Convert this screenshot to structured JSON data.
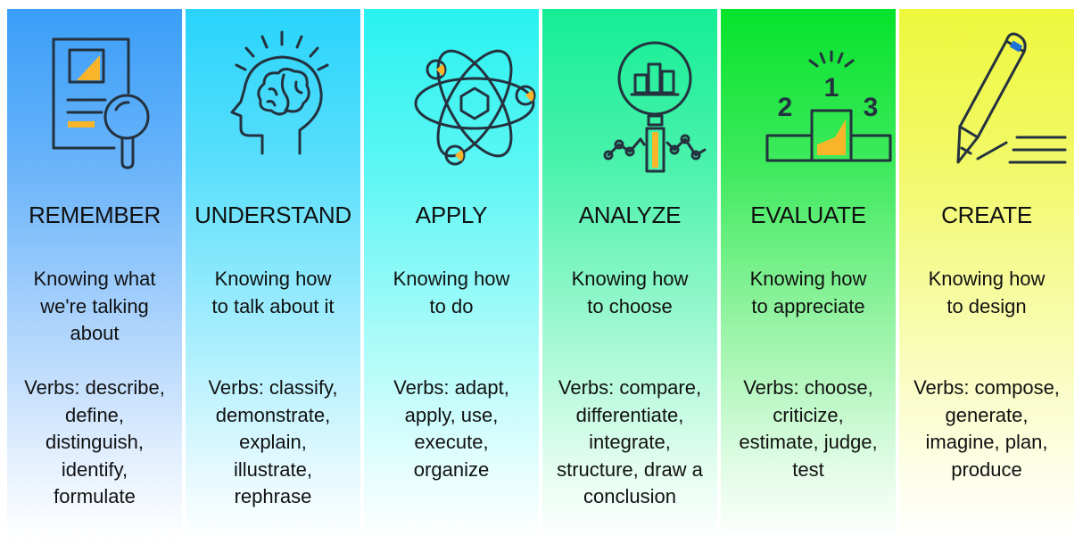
{
  "columns": [
    {
      "id": "remember",
      "icon": "document-magnifier-icon",
      "title": "REMEMBER",
      "description": [
        "Knowing what",
        "we're talking",
        "about"
      ],
      "verbs": [
        "Verbs: describe,",
        "define,",
        "distinguish,",
        "identify,",
        "formulate"
      ]
    },
    {
      "id": "understand",
      "icon": "head-brain-icon",
      "title": "UNDERSTAND",
      "description": [
        "Knowing how",
        "to talk about it"
      ],
      "verbs": [
        "Verbs: classify,",
        "demonstrate,",
        "explain,",
        "illustrate,",
        "rephrase"
      ]
    },
    {
      "id": "apply",
      "icon": "atom-icon",
      "title": "APPLY",
      "description": [
        "Knowing how",
        "to do"
      ],
      "verbs": [
        "Verbs: adapt,",
        "apply, use,",
        "execute,",
        "organize"
      ]
    },
    {
      "id": "analyze",
      "icon": "magnifier-chart-icon",
      "title": "ANALYZE",
      "description": [
        "Knowing how",
        "to choose"
      ],
      "verbs": [
        "Verbs: compare,",
        "differentiate,",
        "integrate,",
        "structure, draw a",
        "conclusion"
      ]
    },
    {
      "id": "evaluate",
      "icon": "podium-icon",
      "title": "EVALUATE",
      "description": [
        "Knowing how",
        "to appreciate"
      ],
      "verbs": [
        "Verbs: choose,",
        "criticize,",
        "estimate, judge,",
        "test"
      ]
    },
    {
      "id": "create",
      "icon": "pencil-icon",
      "title": "CREATE",
      "description": [
        "Knowing how",
        "to design"
      ],
      "verbs": [
        "Verbs: compose,",
        "generate,",
        "imagine, plan,",
        "produce"
      ]
    }
  ],
  "podium_labels": {
    "first": "1",
    "second": "2",
    "third": "3"
  },
  "colors": {
    "remember": "#3a9ef8",
    "understand": "#28d4fb",
    "apply": "#29f2f0",
    "analyze": "#14ee95",
    "evaluate": "#05e32b",
    "create": "#eef73c",
    "icon_stroke": "#24323f",
    "icon_accent": "#f8b52a",
    "pencil_tip": "#1e73d8"
  }
}
